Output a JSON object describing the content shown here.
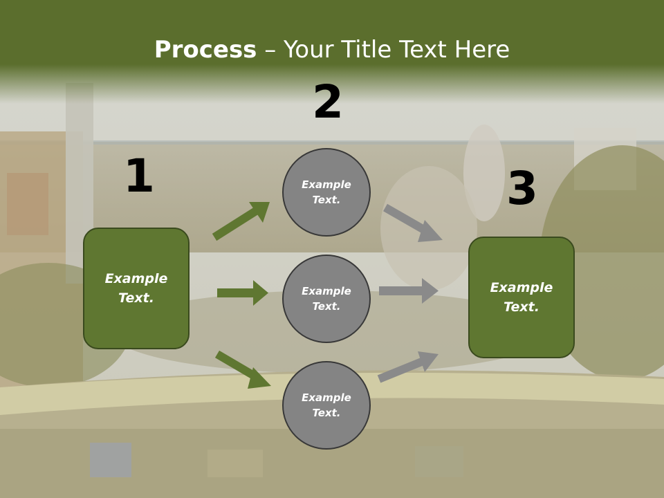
{
  "title": {
    "bold": "Process",
    "rest": " – Your Title Text Here"
  },
  "numbers": [
    "1",
    "2",
    "3"
  ],
  "boxes": {
    "left": "Example Text.",
    "right": "Example Text."
  },
  "circles": [
    "Example Text.",
    "Example Text.",
    "Example Text."
  ],
  "colors": {
    "header": "#5b6e2d",
    "box": "#5f7731",
    "circle": "#848484",
    "arrow_green": "#5f7731",
    "arrow_gray": "#8a8a8a"
  }
}
